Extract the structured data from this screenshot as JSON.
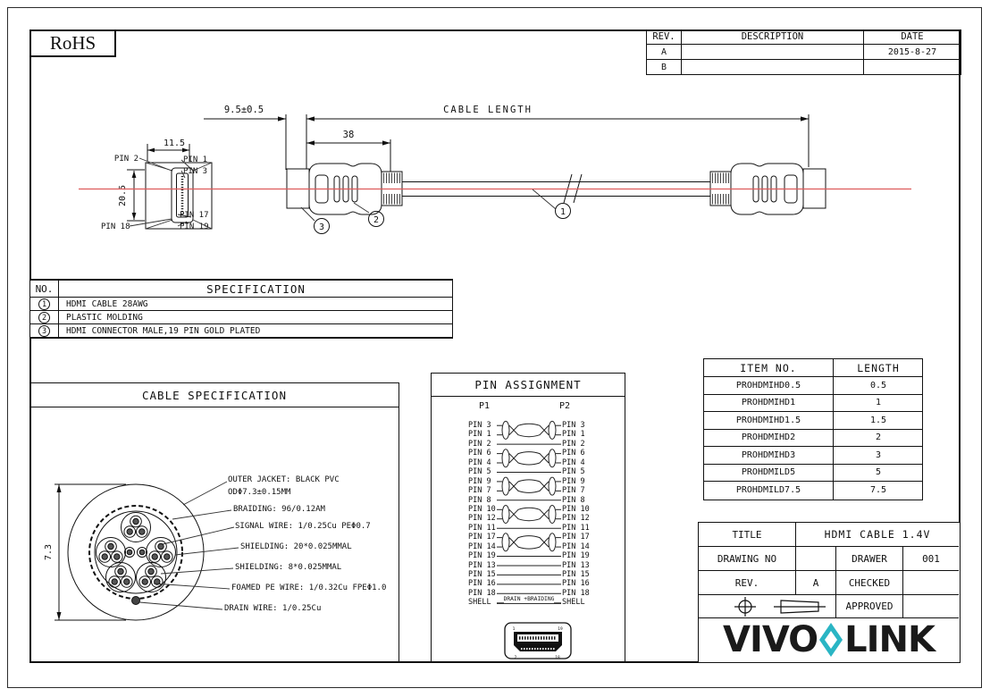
{
  "rohs_label": "RoHS",
  "rev_table": {
    "headers": [
      "REV.",
      "DESCRIPTION",
      "DATE"
    ],
    "rows": [
      {
        "rev": "A",
        "description": "",
        "date": "2015-8-27"
      },
      {
        "rev": "B",
        "description": "",
        "date": ""
      }
    ]
  },
  "drawing": {
    "dim_tip": "9.5±0.5",
    "dim_cable_length": "CABLE LENGTH",
    "dim_boot": "38",
    "dim_front_width": "11.5",
    "dim_front_height": "20.5",
    "front_pin_labels": [
      "PIN 2",
      "PIN 1",
      "PIN 3",
      "PIN 17",
      "PIN 19",
      "PIN 18"
    ],
    "callout_1": "1",
    "callout_2": "2",
    "callout_3": "3"
  },
  "spec_table": {
    "no_header": "NO.",
    "spec_header": "SPECIFICATION",
    "rows": [
      {
        "no": "1",
        "text": "HDMI CABLE 28AWG"
      },
      {
        "no": "2",
        "text": "PLASTIC MOLDING"
      },
      {
        "no": "3",
        "text": "HDMI CONNECTOR MALE,19 PIN GOLD PLATED"
      }
    ]
  },
  "cable_spec": {
    "title": "CABLE SPECIFICATION",
    "dim": "7.3",
    "labels": [
      "OUTER JACKET: BLACK PVC",
      "ODΦ7.3±0.15MM",
      "BRAIDING: 96/0.12AM",
      "SIGNAL WIRE: 1/0.25Cu PEΦ0.7",
      "SHIELDING: 20*0.025MMAL",
      "SHIELDING: 8*0.025MMAL",
      "FOAMED PE WIRE: 1/0.32Cu FPEΦ1.0",
      "DRAIN WIRE: 1/0.25Cu"
    ]
  },
  "pin_assignment": {
    "title": "PIN ASSIGNMENT",
    "p1": "P1",
    "p2": "P2",
    "p1_pins": [
      "PIN 3",
      "PIN 1",
      "PIN 2",
      "PIN 6",
      "PIN 4",
      "PIN 5",
      "PIN 9",
      "PIN 7",
      "PIN 8",
      "PIN 10",
      "PIN 12",
      "PIN 11",
      "PIN 17",
      "PIN 14",
      "PIN 19",
      "PIN 13",
      "PIN 15",
      "PIN 16",
      "PIN 18",
      "SHELL"
    ],
    "p2_pins": [
      "PIN 3",
      "PIN 1",
      "PIN 2",
      "PIN 6",
      "PIN 4",
      "PIN 5",
      "PIN 9",
      "PIN 7",
      "PIN 8",
      "PIN 10",
      "PIN 12",
      "PIN 11",
      "PIN 17",
      "PIN 14",
      "PIN 19",
      "PIN 13",
      "PIN 15",
      "PIN 16",
      "PIN 18",
      "SHELL"
    ],
    "drain_label": "DRAIN +BRAIDING",
    "face_labels": {
      "tl": "1",
      "tr": "19",
      "bl": "2",
      "br": "18"
    }
  },
  "item_table": {
    "headers": [
      "ITEM NO.",
      "LENGTH"
    ],
    "rows": [
      [
        "PROHDMIHD0.5",
        "0.5"
      ],
      [
        "PROHDMIHD1",
        "1"
      ],
      [
        "PROHDMIHD1.5",
        "1.5"
      ],
      [
        "PROHDMIHD2",
        "2"
      ],
      [
        "PROHDMIHD3",
        "3"
      ],
      [
        "PROHDMILD5",
        "5"
      ],
      [
        "PROHDMILD7.5",
        "7.5"
      ]
    ]
  },
  "title_block": {
    "title_label": "TITLE",
    "title_value": "HDMI CABLE 1.4V",
    "drawing_no_label": "DRAWING NO",
    "drawing_no_value": "",
    "drawer_label": "DRAWER",
    "drawer_value": "001",
    "rev_label": "REV.",
    "rev_value": "A",
    "checked_label": "CHECKED",
    "checked_value": "",
    "approved_label": "APPROVED",
    "approved_value": ""
  },
  "logo": {
    "part1": "VIVO",
    "part2": "LINK",
    "diamond_color": "#2ab5c4"
  },
  "colors": {
    "centerline": "#dd5b5b",
    "line": "#111111"
  }
}
